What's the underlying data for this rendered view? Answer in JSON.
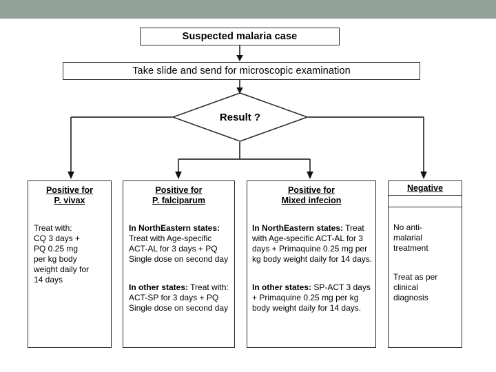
{
  "theme": {
    "header_bar_color": "#92a29a",
    "line_color": "#2b2b2b",
    "box_fill": "#ffffff",
    "text_color": "#000000"
  },
  "flow": {
    "start": {
      "label": "Suspected malaria case"
    },
    "step": {
      "label": "Take slide and send for microscopic examination"
    },
    "decision": {
      "label": "Result ?"
    },
    "outcomes": [
      {
        "title_line1": "Positive for",
        "title_line2": "P. vivax",
        "paragraphs": [
          {
            "lead": "",
            "text": "Treat with:\nCQ 3 days +\nPQ 0.25 mg\nper kg body\nweight daily for\n14 days"
          }
        ]
      },
      {
        "title_line1": "Positive for",
        "title_line2": "P. falciparum",
        "paragraphs": [
          {
            "lead": "In NorthEastern states:",
            "text": " Treat with Age-specific ACT-AL for 3 days + PQ Single dose on second day"
          },
          {
            "lead": "In other states:",
            "text": " Treat with: ACT-SP for 3 days + PQ Single dose on second day"
          }
        ]
      },
      {
        "title_line1": "Positive for",
        "title_line2": "Mixed infecion",
        "paragraphs": [
          {
            "lead": "In NorthEastern states:",
            "text": " Treat with Age-specific ACT-AL for 3 days + Primaquine 0.25 mg per kg body weight daily for 14 days."
          },
          {
            "lead": "In other states:",
            "text": " SP-ACT 3 days + Primaquine 0.25 mg per kg body weight daily for 14 days."
          }
        ]
      },
      {
        "title_line1": "Negative",
        "title_line2": "",
        "paragraphs": [
          {
            "lead": "",
            "text": "No anti-\nmalarial\ntreatment"
          },
          {
            "lead": "",
            "text": " Treat as per\nclinical\ndiagnosis"
          }
        ]
      }
    ]
  }
}
